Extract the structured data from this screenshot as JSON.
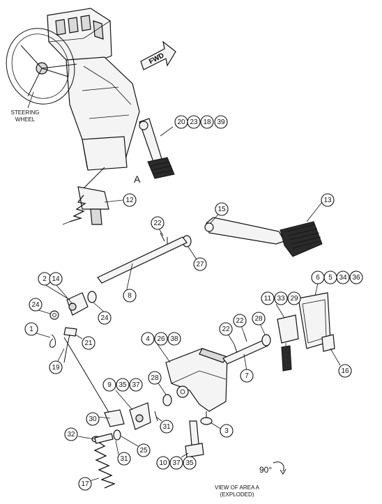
{
  "labels": {
    "steering_wheel_line1": "STEERING",
    "steering_wheel_line2": "WHEEL",
    "fwd": "FWD",
    "area_letter": "A",
    "rotation": "90°",
    "view_line1": "VIEW OF AREA  A",
    "view_line2": "(EXPLODED)"
  },
  "callouts": [
    {
      "text": "20"
    },
    {
      "text": "23"
    },
    {
      "text": "18"
    },
    {
      "text": "39"
    },
    {
      "text": "12"
    },
    {
      "text": "15"
    },
    {
      "text": "13"
    },
    {
      "text": "22"
    },
    {
      "text": "27"
    },
    {
      "text": "2"
    },
    {
      "text": "14"
    },
    {
      "text": "24"
    },
    {
      "text": "24"
    },
    {
      "text": "8"
    },
    {
      "text": "6"
    },
    {
      "text": "5"
    },
    {
      "text": "34"
    },
    {
      "text": "36"
    },
    {
      "text": "11"
    },
    {
      "text": "33"
    },
    {
      "text": "29"
    },
    {
      "text": "1"
    },
    {
      "text": "21"
    },
    {
      "text": "22"
    },
    {
      "text": "22"
    },
    {
      "text": "28"
    },
    {
      "text": "19"
    },
    {
      "text": "4"
    },
    {
      "text": "26"
    },
    {
      "text": "38"
    },
    {
      "text": "7"
    },
    {
      "text": "16"
    },
    {
      "text": "9"
    },
    {
      "text": "35"
    },
    {
      "text": "37"
    },
    {
      "text": "28"
    },
    {
      "text": "30"
    },
    {
      "text": "31"
    },
    {
      "text": "3"
    },
    {
      "text": "32"
    },
    {
      "text": "25"
    },
    {
      "text": "31"
    },
    {
      "text": "10"
    },
    {
      "text": "37"
    },
    {
      "text": "35"
    },
    {
      "text": "17"
    }
  ]
}
